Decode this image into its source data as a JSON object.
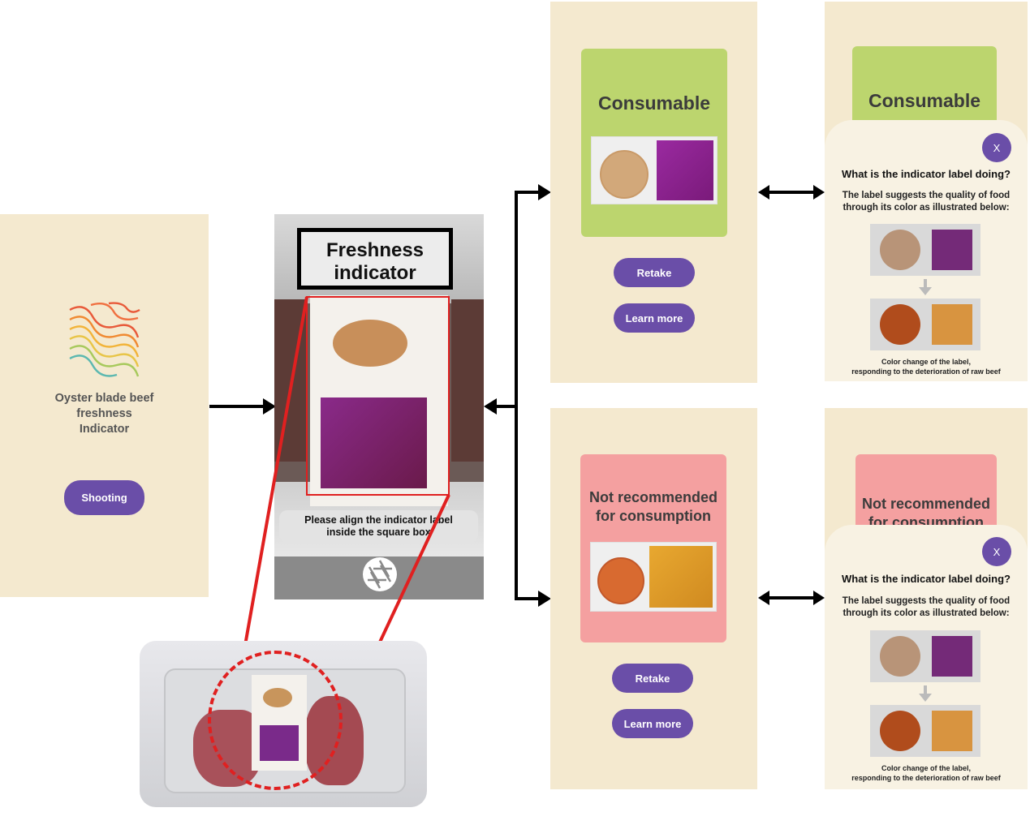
{
  "home": {
    "app_name_line1": "Oyster blade beef",
    "app_name_line2": "freshness",
    "app_name_line3": "Indicator",
    "shoot_button": "Shooting"
  },
  "camera": {
    "title_line1": "Freshness",
    "title_line2": "indicator",
    "hint_line1": "Please align the indicator label",
    "hint_line2": "inside the square box"
  },
  "result_good": {
    "status": "Consumable",
    "retake_button": "Retake",
    "learn_button": "Learn more"
  },
  "result_bad": {
    "status_line1": "Not recommended",
    "status_line2": "for consumption",
    "retake_button": "Retake",
    "learn_button": "Learn more"
  },
  "info_good": {
    "status": "Consumable",
    "close": "X",
    "question": "What is the indicator label doing?",
    "desc_line1": "The label suggests the quality of food",
    "desc_line2": "through its color as illustrated below:",
    "caption_line1": "Color change of the label,",
    "caption_line2": "responding to the deterioration of raw beef"
  },
  "info_bad": {
    "status_line1": "Not recommended",
    "status_line2": "for consumption",
    "close": "X",
    "question": "What is the indicator label doing?",
    "desc_line1": "The label suggests the quality of food",
    "desc_line2": "through its color as illustrated below:",
    "caption_line1": "Color change of the label,",
    "caption_line2": "responding to the deterioration of raw beef"
  },
  "colors": {
    "accent": "#6a4ea8",
    "panel_bg": "#f4e9cf",
    "consumable_green": "#bcd56e",
    "not_recommended_red": "#f4a0a0",
    "fresh_circle": "#b89478",
    "fresh_square": "#742a78",
    "spoiled_circle": "#b04c1c",
    "spoiled_square": "#d89440"
  },
  "icons": {
    "logo": "wavy-lines-icon",
    "shutter": "camera-shutter-icon",
    "arrow_down": "arrow-down-icon"
  }
}
